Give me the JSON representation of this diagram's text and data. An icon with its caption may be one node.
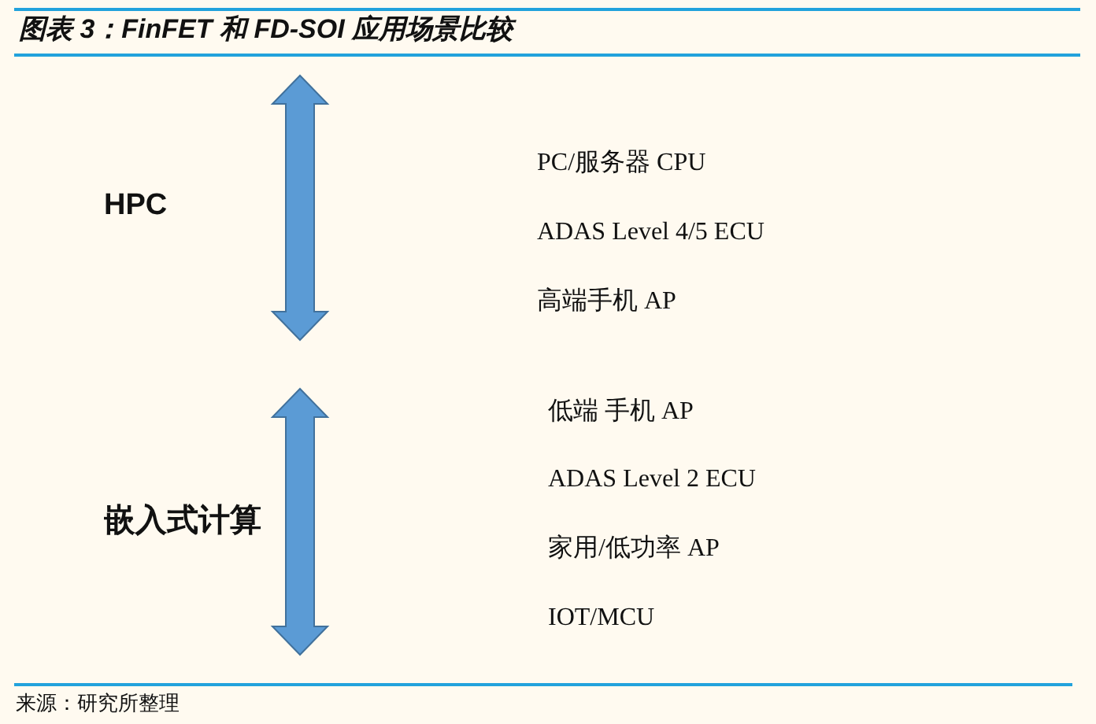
{
  "diagram": {
    "title": "图表 3：FinFET 和 FD-SOI 应用场景比较",
    "caption": "来源：研究所整理",
    "labels": [
      "HPC",
      "PC/服务器 CPU",
      "ADAS Level 4/5 ECU",
      "高端手机 AP",
      "嵌入式计算",
      "低端 手机 AP",
      "ADAS Level 2 ECU",
      "家用/低功率 AP",
      "IOT/MCU"
    ]
  }
}
